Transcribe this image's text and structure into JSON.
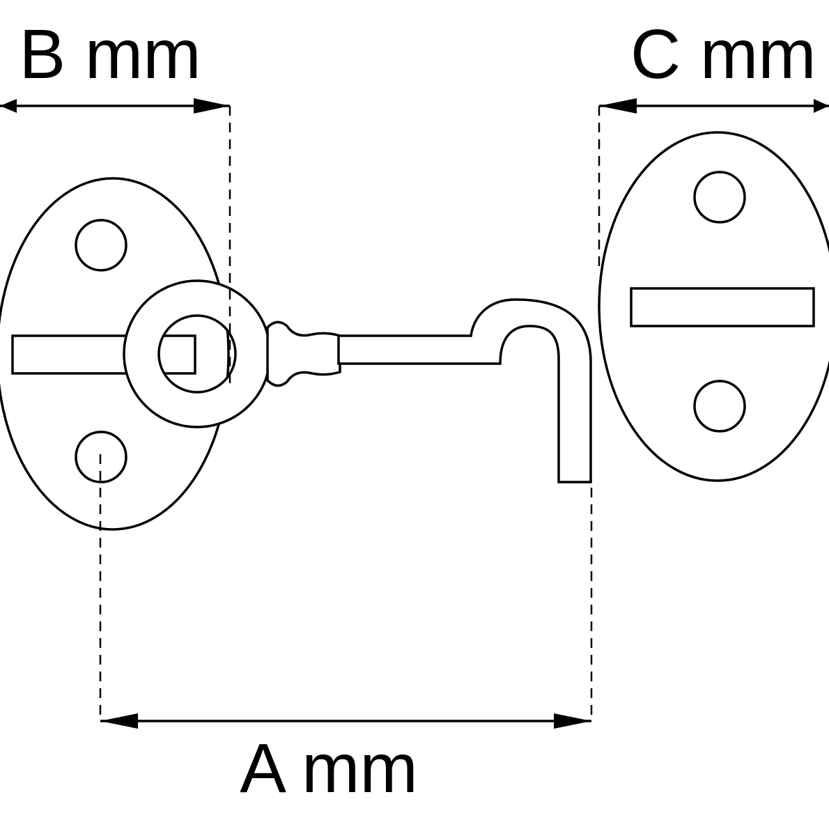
{
  "labels": {
    "b": "B mm",
    "c": "C mm",
    "a": "A mm"
  },
  "colors": {
    "stroke": "#000000",
    "background": "#ffffff"
  }
}
